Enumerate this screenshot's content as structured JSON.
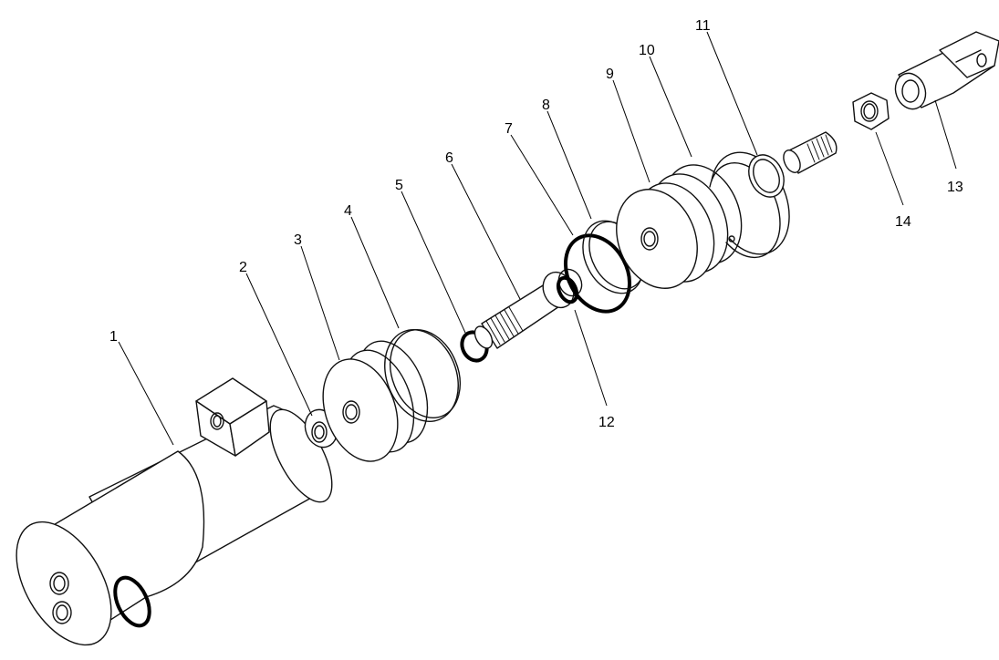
{
  "diagram": {
    "type": "exploded-parts-view",
    "callouts": [
      {
        "id": "1",
        "label": "1"
      },
      {
        "id": "2",
        "label": "2"
      },
      {
        "id": "3",
        "label": "3"
      },
      {
        "id": "4",
        "label": "4"
      },
      {
        "id": "5",
        "label": "5"
      },
      {
        "id": "6",
        "label": "6"
      },
      {
        "id": "7",
        "label": "7"
      },
      {
        "id": "8",
        "label": "8"
      },
      {
        "id": "9",
        "label": "9"
      },
      {
        "id": "10",
        "label": "10"
      },
      {
        "id": "11",
        "label": "11"
      },
      {
        "id": "12",
        "label": "12"
      },
      {
        "id": "13",
        "label": "13"
      },
      {
        "id": "14",
        "label": "14"
      }
    ]
  }
}
